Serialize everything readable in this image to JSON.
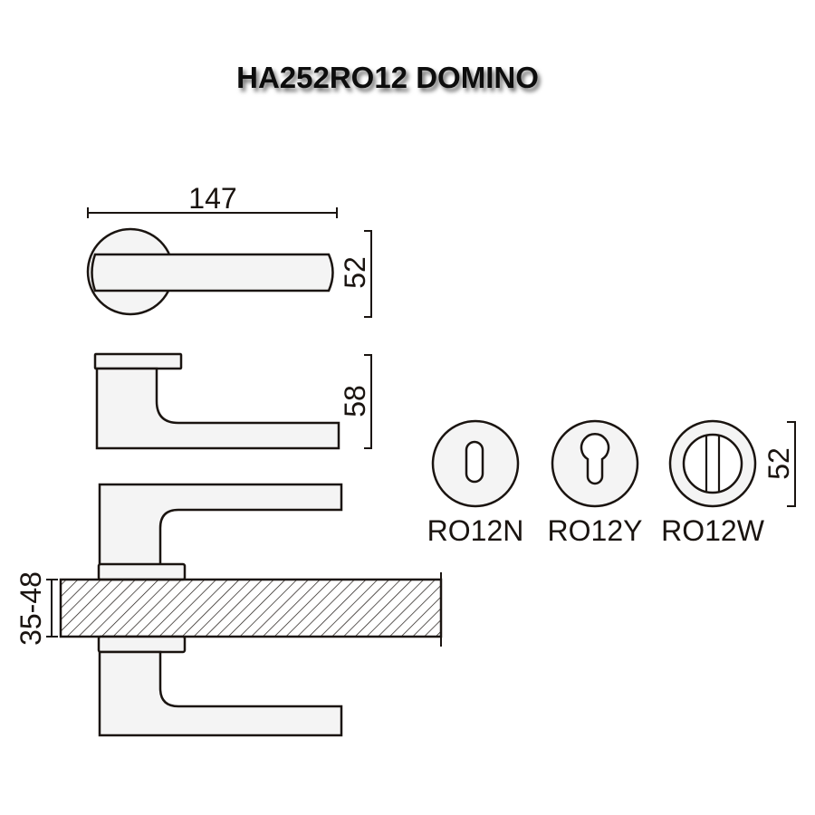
{
  "title": "HA252RO12  DOMINO",
  "dimensions": {
    "lever_length": "147",
    "rose_diameter_top": "52",
    "lever_height": "58",
    "door_thickness": "35-48",
    "rose_diameter_right": "52"
  },
  "roses": [
    {
      "label": "RO12N",
      "type": "key-hole"
    },
    {
      "label": "RO12Y",
      "type": "euro-cylinder"
    },
    {
      "label": "RO12W",
      "type": "wc-turn"
    }
  ],
  "colors": {
    "line": "#1a1410",
    "fill": "#f4f4f4"
  }
}
